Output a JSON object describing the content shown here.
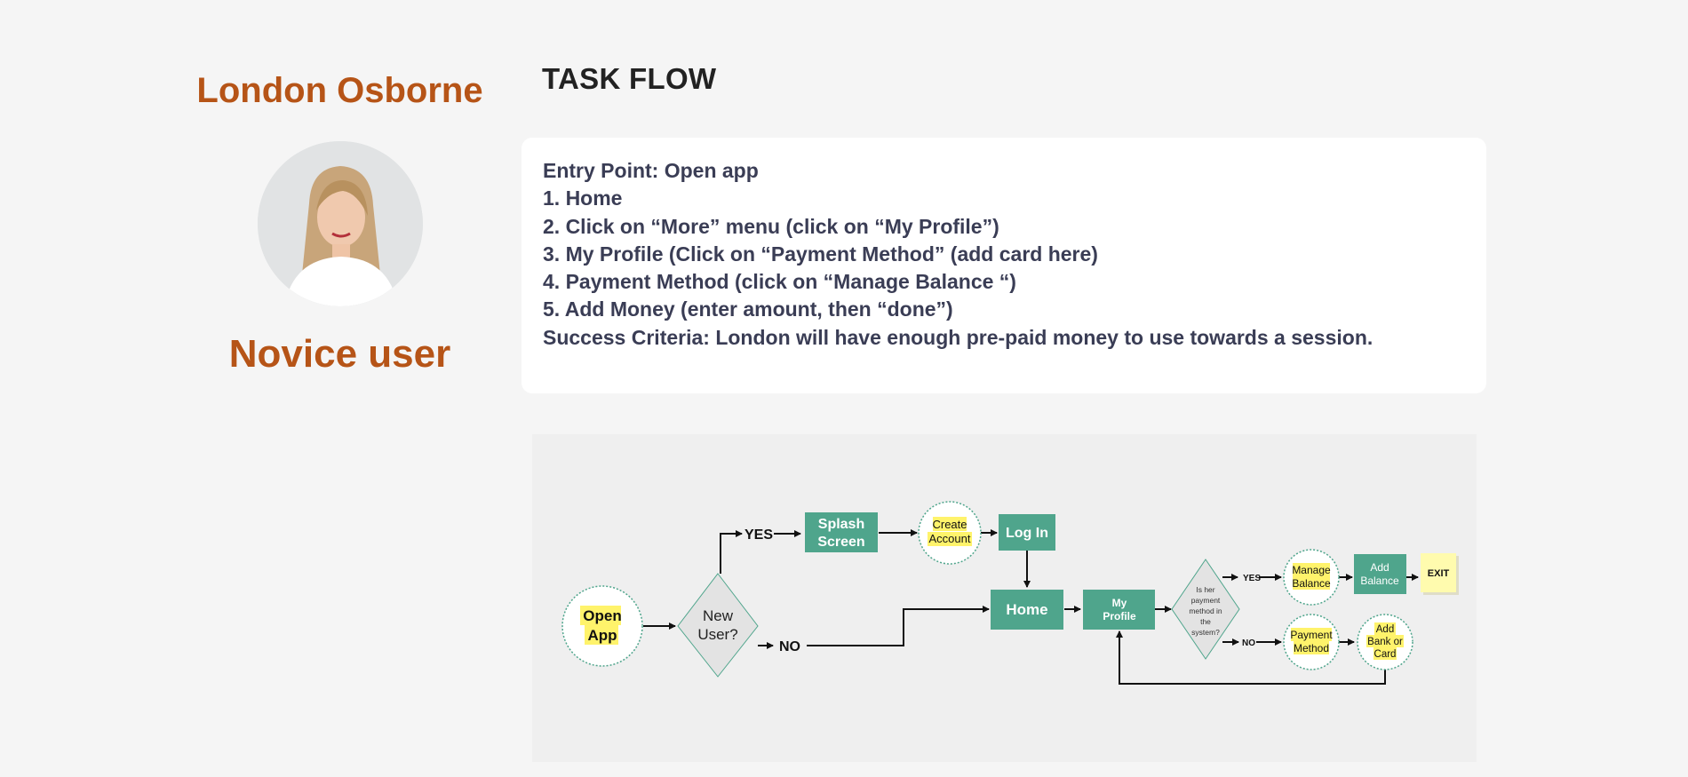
{
  "persona": {
    "name": "London Osborne",
    "role": "Novice user"
  },
  "section_title": "TASK FLOW",
  "steps": [
    "Entry Point: Open app",
    "1. Home",
    "2. Click on “More” menu (click on “My Profile”)",
    "3. My Profile (Click on “Payment Method” (add card here)",
    "4. Payment Method (click on “Manage Balance “)",
    "5. Add Money (enter amount, then “done”)",
    "Success Criteria: London will have enough pre-paid money to use towards a session."
  ],
  "flow": {
    "nodes": {
      "open_app": [
        "Open",
        "App"
      ],
      "new_user": [
        "New",
        "User?"
      ],
      "yes_label": "YES",
      "no_label": "NO",
      "splash": [
        "Splash",
        "Screen"
      ],
      "create_account": [
        "Create",
        "Account"
      ],
      "log_in": "Log In",
      "home": "Home",
      "my_profile": [
        "My",
        "Profile"
      ],
      "payment_check": [
        "Is her",
        "payment",
        "method in",
        "the",
        "system?"
      ],
      "yes_small": "YES",
      "no_small": "NO",
      "manage_balance": [
        "Manage",
        "Balance"
      ],
      "add_balance": [
        "Add",
        "Balance"
      ],
      "exit": "EXIT",
      "payment_method": [
        "Payment",
        "Method"
      ],
      "add_bank": [
        "Add",
        "Bank or",
        "Card"
      ]
    },
    "colors": {
      "box": "#4fa58c",
      "highlight": "#fff36b",
      "diamond_fill": "#e3e3e3",
      "note": "#fffbae",
      "accent": "#b65417"
    }
  }
}
